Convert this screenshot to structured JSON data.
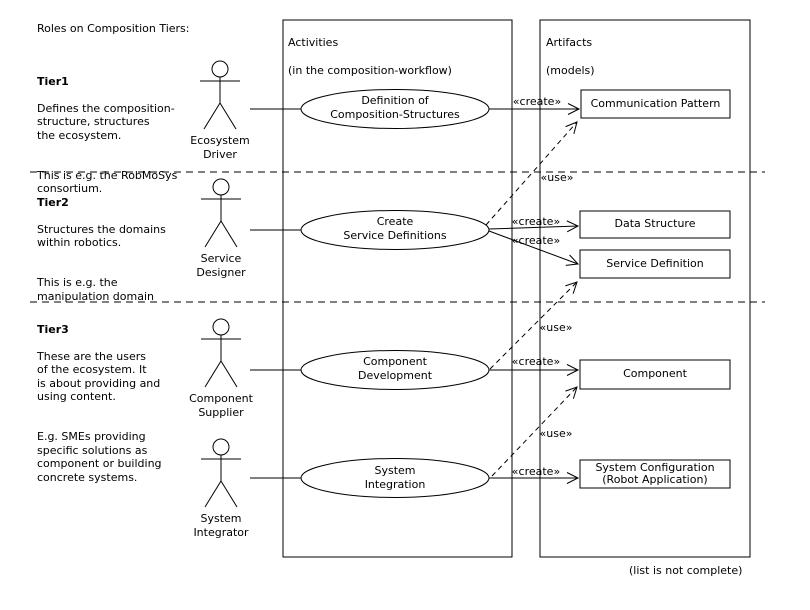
{
  "page": {
    "title": "Roles on Composition Tiers:",
    "footnote": "(list is not complete)"
  },
  "columns": {
    "activities": {
      "title": "Activities",
      "subtitle": "(in the composition-workflow)"
    },
    "artifacts": {
      "title": "Artifacts",
      "subtitle": "(models)"
    }
  },
  "tiers": [
    {
      "label": "Tier1",
      "description": "Defines the composition-\nstructure, structures\nthe ecosystem.",
      "note": "This is e.g. the RobMoSys\nconsortium."
    },
    {
      "label": "Tier2",
      "description": "Structures the domains\nwithin robotics.",
      "note": "This is e.g. the\nmanipulation domain"
    },
    {
      "label": "Tier3",
      "description": "These are the users\nof the ecosystem. It\nis about providing and\nusing content.",
      "note": "E.g. SMEs providing\nspecific solutions as\ncomponent or building\nconcrete systems."
    }
  ],
  "actors": [
    {
      "name": "Ecosystem\nDriver"
    },
    {
      "name": "Service\nDesigner"
    },
    {
      "name": "Component\nSupplier"
    },
    {
      "name": "System\nIntegrator"
    }
  ],
  "activities": [
    {
      "label": "Definition of\nComposition-Structures"
    },
    {
      "label": "Create\nService Definitions"
    },
    {
      "label": "Component\nDevelopment"
    },
    {
      "label": "System\nIntegration"
    }
  ],
  "artifacts": [
    {
      "label": "Communication Pattern"
    },
    {
      "label": "Data Structure"
    },
    {
      "label": "Service Definition"
    },
    {
      "label": "Component"
    },
    {
      "label": "System Configuration\n(Robot Application)"
    }
  ],
  "stereotypes": {
    "create": "«create»",
    "use": "«use»"
  },
  "colors": {
    "ink": "#000000",
    "background": "#ffffff"
  }
}
